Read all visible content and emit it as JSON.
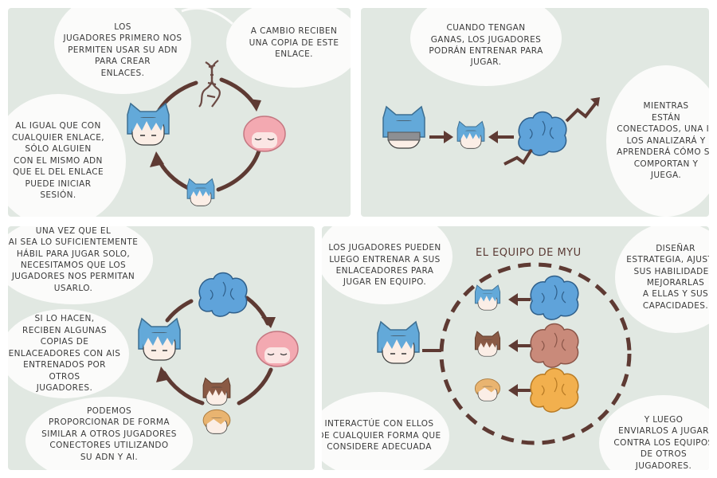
{
  "panel1": {
    "b1": "LOS\nJUGADORES PRIMERO NOS\nPERMITEN USAR SU ADN\nPARA CREAR\nENLACES.",
    "b2": "A CAMBIO RECIBEN\nUNA COPIA DE ESTE\nENLACE.",
    "b3": "AL IGUAL QUE CON\nCUALQUIER ENLACE,\nSÓLO ALGUIEN\nCON EL MISMO ADN\nQUE EL DEL ENLACE\nPUEDE INICIAR\nSESIÓN."
  },
  "panel2": {
    "b1": "CUANDO TENGAN\nGANAS, LOS JUGADORES\nPODRÁN ENTRENAR PARA\nJUGAR.",
    "b2": "MIENTRAS\nESTÁN\nCONECTADOS, UNA IA\nLOS ANALIZARÁ Y\nAPRENDERÁ CÓMO SE\nCOMPORTAN Y\nJUEGA."
  },
  "panel3": {
    "b1": "UNA VEZ QUE EL\nAI SEA LO SUFICIENTEMENTE\nHÁBIL PARA JUGAR SOLO,\nNECESITAMOS QUE LOS\nJUGADORES NOS PERMITAN\nUSARLO.",
    "b2": "SI LO HACEN,\nRECIBEN ALGUNAS\nCOPIAS DE\nENLACEADORES CON AIS\nENTRENADOS POR OTROS\nJUGADORES.",
    "b3": "PODEMOS\nPROPORCIONAR DE FORMA\nSIMILAR A OTROS JUGADORES\nCONECTORES UTILIZANDO\nSU ADN Y AI."
  },
  "panel4": {
    "title": "EL EQUIPO DE MYU",
    "b1": "LOS JUGADORES PUEDEN\nLUEGO ENTRENAR A SUS\nENLACEADORES PARA\nJUGAR EN EQUIPO.",
    "b2": "DISEÑAR\nESTRATEGIA, AJUSTAR\nSUS HABILIDADES,\nMEJORARLAS\nA ELLAS Y SUS\nCAPACIDADES.",
    "b3": "INTERACTÚE CON ELLOS\nDE CUALQUIER FORMA QUE\nCONSIDERE ADECUADA",
    "b4": "Y LUEGO\nENVIARLOS A JUGAR\nCONTRA LOS EQUIPOS\nDE OTROS\nJUGADORES."
  },
  "colors": {
    "panel_bg": "#e1e8e2",
    "arrow": "#5e3a33",
    "blue_hair": "#63a9d9",
    "pink": "#f3a9b1",
    "brain_blue": "#5fa3da",
    "brain_brown": "#c98a7a",
    "brain_orange": "#f2b04e",
    "brown_hair": "#8a5a45",
    "blonde_hair": "#e9b470"
  },
  "icons": [
    "dna-icon",
    "player-blue-hair-icon",
    "pink-character-icon",
    "brain-icon",
    "player-with-visor-icon",
    "player-brown-hair-icon",
    "player-blonde-hair-icon",
    "arrow-icon"
  ]
}
